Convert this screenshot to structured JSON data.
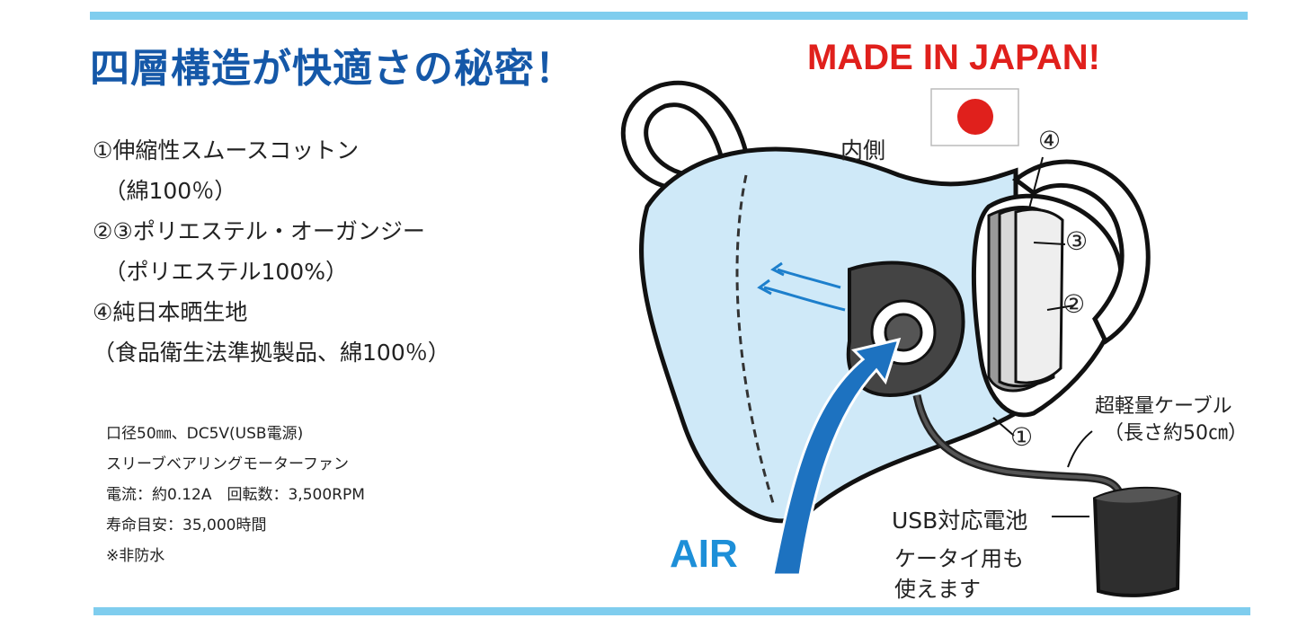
{
  "headline": "四層構造が快適さの秘密！",
  "made_in": "MADE IN JAPAN!",
  "layers": [
    "①伸縮性スムースコットン",
    "　（綿100％）",
    "②③ポリエステル・オーガンジー",
    "　（ポリエステル100%）",
    "④純日本晒生地",
    "（食品衛生法準拠製品、綿100％）"
  ],
  "specs": [
    "口径50㎜、DC5V(USB電源)",
    "スリーブベアリングモーターファン",
    "電流：約0.12A　回転数：3,500RPM",
    "寿命目安：35,000時間",
    "※非防水"
  ],
  "diagram": {
    "inner_label": "内側",
    "num1": "①",
    "num2": "②",
    "num3": "③",
    "num4": "④",
    "cable_label_1": "超軽量ケーブル",
    "cable_label_2": "（長さ約50㎝）",
    "battery_label": "USB対応電池",
    "phone_1": "ケータイ用も",
    "phone_2": "使えます",
    "air": "AIR"
  },
  "colors": {
    "accent_bar": "#7fcdee",
    "headline": "#1558a8",
    "made": "#e0201c",
    "mask": "#cfe9f8",
    "air": "#1d8fd8"
  }
}
